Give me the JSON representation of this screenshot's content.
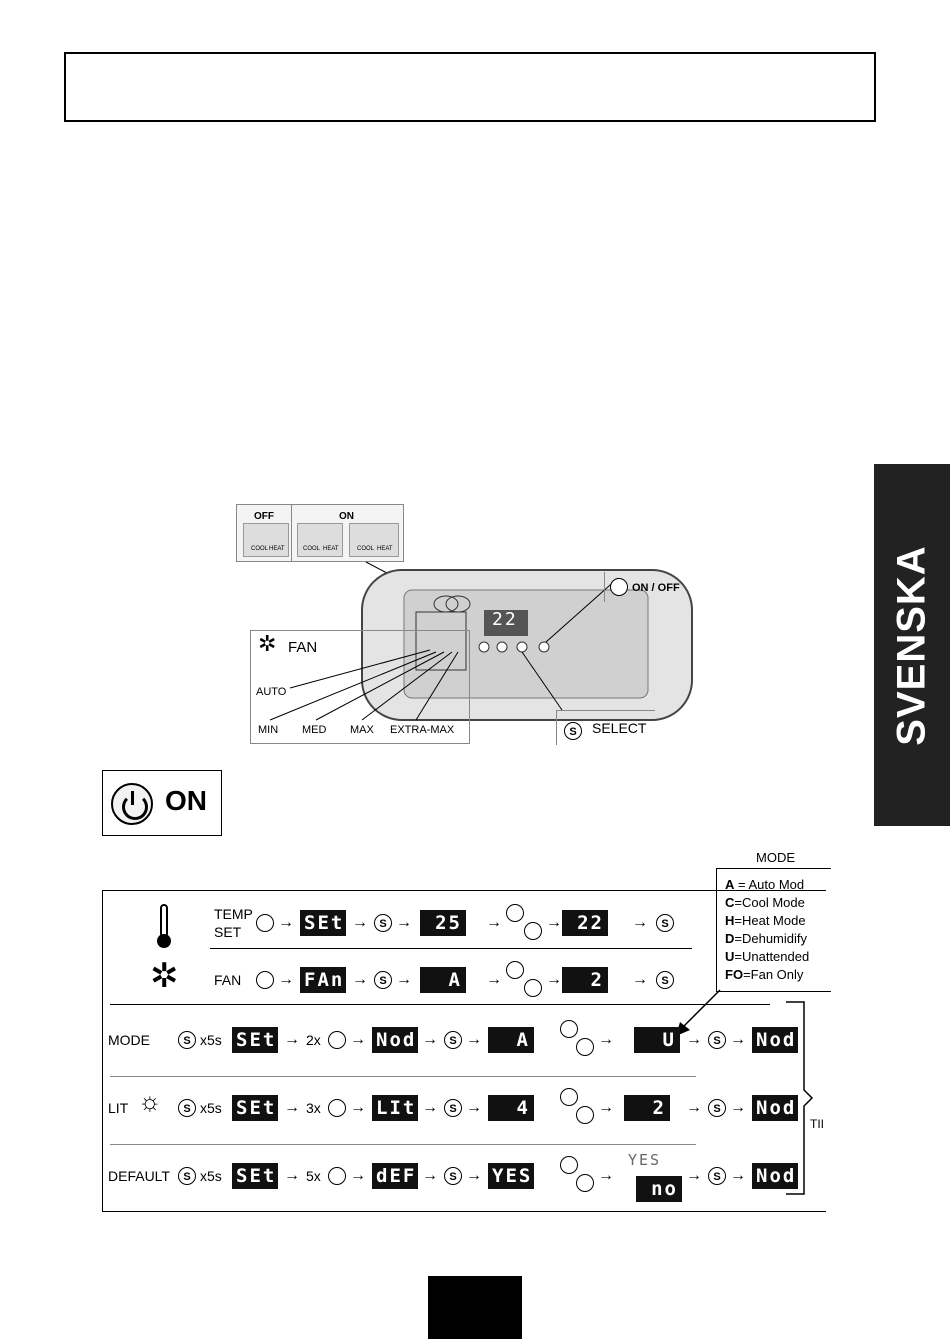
{
  "side_tab": {
    "label": "SVENSKA"
  },
  "top_panel": {
    "off_label": "OFF",
    "on_label": "ON",
    "cool_label": "COOL",
    "heat_label": "HEAT",
    "display_value": "22",
    "onoff_label": "ON / OFF",
    "select_label": "SELECT",
    "select_icon": "S"
  },
  "fan_legend": {
    "title": "FAN",
    "auto": "AUTO",
    "min": "MIN",
    "med": "MED",
    "max": "MAX",
    "extra_max": "EXTRA-MAX"
  },
  "on_button": {
    "label": "ON"
  },
  "mode_legend": {
    "title": "MODE",
    "items": [
      {
        "key": "A",
        "text": " = Auto Mod"
      },
      {
        "key": "C",
        "text": "=Cool Mode"
      },
      {
        "key": "H",
        "text": "=Heat Mode"
      },
      {
        "key": "D",
        "text": "=Dehumidify"
      },
      {
        "key": "U",
        "text": "=Unattended"
      },
      {
        "key": "FO",
        "text": "=Fan Only"
      }
    ]
  },
  "sequence": {
    "s_icon": "S",
    "temp_label_1": "TEMP",
    "temp_label_2": "SET",
    "temp_d1": "SEt",
    "temp_d2": "25",
    "temp_d3": "22",
    "fan_label": "FAN",
    "fan_d1": "FAn",
    "fan_d2": "A",
    "fan_d3": "2",
    "mode_label": "MODE",
    "x5s": "x5s",
    "mode_d1": "SEt",
    "mode_times": "2x",
    "mode_d2": "Nod",
    "mode_d3": "A",
    "mode_d4": "U",
    "mode_d5": "Nod",
    "lit_label": "LIT",
    "lit_d1": "SEt",
    "lit_times": "3x",
    "lit_d2": "LIt",
    "lit_d3": "4",
    "lit_d4": "2",
    "lit_d5": "Nod",
    "default_label": "DEFAULT",
    "def_d1": "SEt",
    "def_times": "5x",
    "def_d2": "dEF",
    "def_d3": "YES",
    "def_d4a": "YES",
    "def_d4b": "no",
    "def_d5": "Nod",
    "bracket_label": "TII"
  }
}
